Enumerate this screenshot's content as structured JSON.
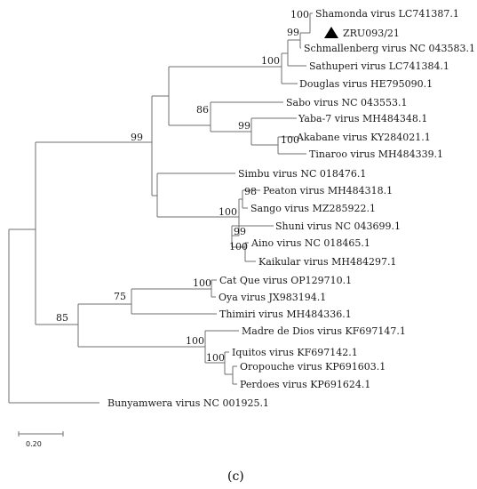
{
  "tree": {
    "taxa": {
      "shamonda": "Shamonda virus LC741387.1",
      "zru": "ZRU093/21",
      "schmallenberg": "Schmallenberg virus NC 043583.1",
      "sathuperi": "Sathuperi virus LC741384.1",
      "douglas": "Douglas virus HE795090.1",
      "sabo": "Sabo virus NC 043553.1",
      "yaba7": "Yaba-7 virus MH484348.1",
      "akabane": "Akabane virus KY284021.1",
      "tinaroo": "Tinaroo virus MH484339.1",
      "simbu": "Simbu virus NC 018476.1",
      "peaton": "Peaton virus MH484318.1",
      "sango": "Sango virus MZ285922.1",
      "shuni": "Shuni virus NC 043699.1",
      "aino": "Aino virus NC 018465.1",
      "kaikular": "Kaikular virus MH484297.1",
      "catque": "Cat Que virus OP129710.1",
      "oya": "Oya virus JX983194.1",
      "thimiri": "Thimiri virus MH484336.1",
      "madre": "Madre de Dios virus KF697147.1",
      "iquitos": "Iquitos virus KF697142.1",
      "oropouche": "Oropouche virus KP691603.1",
      "perdoes": "Perdoes virus KP691624.1",
      "bunyamwera": "Bunyamwera virus NC 001925.1"
    },
    "bootstrap": {
      "shamonda_zru": "100",
      "sch_clade": "99",
      "sath_clade": "100",
      "douglas_clade": "99",
      "sabo_clade": "86",
      "yaba_clade": "99",
      "akabane_tinaroo": "100",
      "peaton_sango": "98",
      "simbu_sub": "100",
      "shuni_clade": "99",
      "aino_kaikular": "100",
      "catque_oya": "100",
      "catque_clade": "75",
      "lower_group": "85",
      "iquitos_clade": "100",
      "iquitos_sub": "100"
    },
    "query_marker": "black-triangle"
  },
  "scale_bar": {
    "label": "0.20"
  },
  "panel_label": "(c)"
}
